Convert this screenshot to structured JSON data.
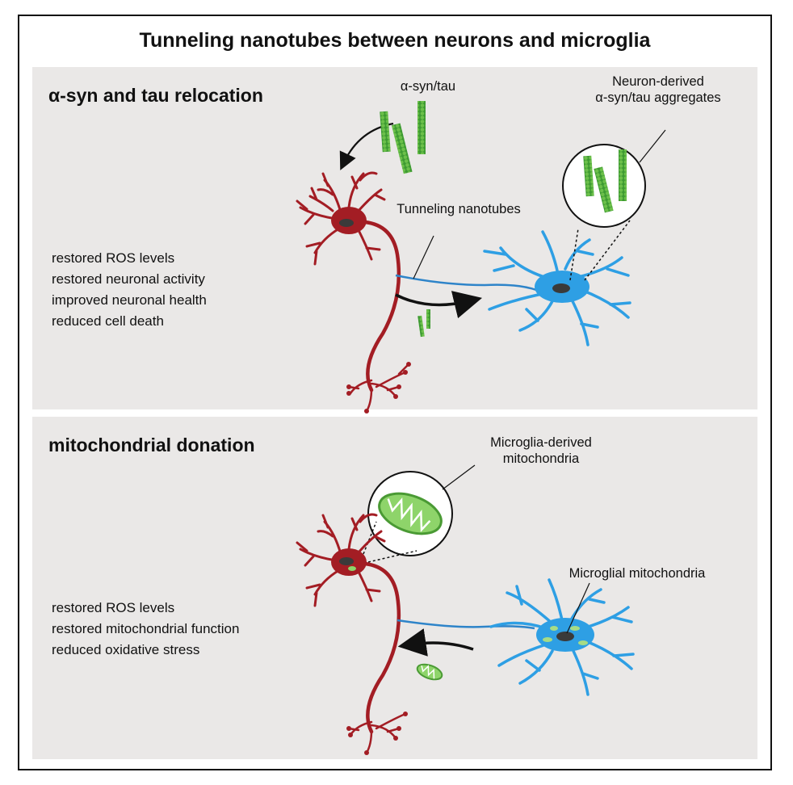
{
  "title": "Tunneling nanotubes between neurons and microglia",
  "panels": [
    {
      "heading": "α-syn and tau relocation",
      "labels": {
        "cargo": "α-syn/tau",
        "aggregates": "Neuron-derived\nα-syn/tau aggregates",
        "tnt": "Tunneling nanotubes"
      },
      "effects": [
        "restored ROS levels",
        "restored neuronal activity",
        "improved neuronal health",
        "reduced cell death"
      ]
    },
    {
      "heading": "mitochondrial donation",
      "labels": {
        "derived": "Microglia-derived\nmitochondria",
        "microglial": "Microglial mitochondria"
      },
      "effects": [
        "restored ROS levels",
        "restored mitochondrial function",
        "reduced oxidative stress"
      ]
    }
  ],
  "colors": {
    "neuron": "#a31d24",
    "microglia": "#2e9fe4",
    "aggregate": "#4fae3f",
    "mitochondria": "#6cc04a",
    "panel_bg": "#eae8e7"
  }
}
